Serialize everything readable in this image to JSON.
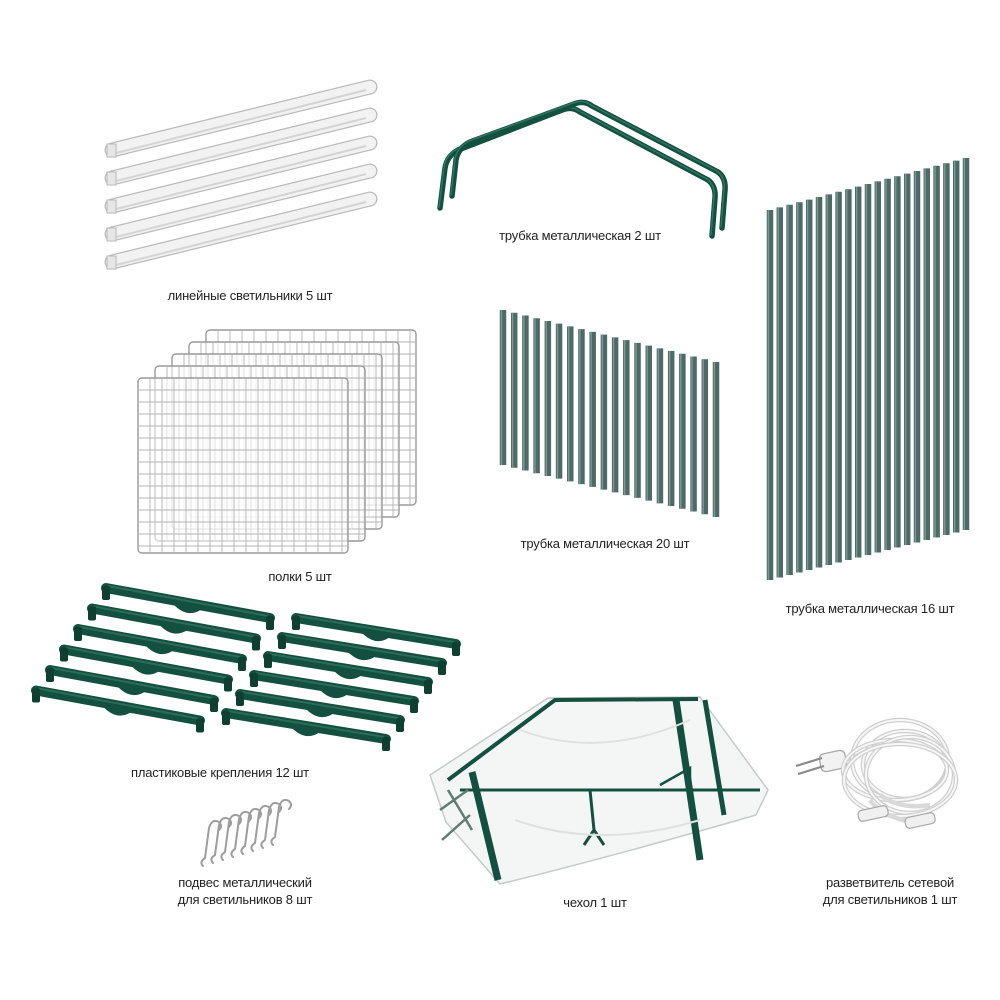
{
  "colors": {
    "background": "#ffffff",
    "metal_green": "#14503f",
    "tube_grey": "#4c6a66",
    "white_part": "#f2f2f2",
    "outline": "#b9b9b9",
    "text": "#222222"
  },
  "items": [
    {
      "id": "lamps",
      "icon": "linear-lamp-icon",
      "label": "линейные светильники 5 шт"
    },
    {
      "id": "arch-tubes",
      "icon": "arch-tube-icon",
      "label": "трубка металлическая 2 шт"
    },
    {
      "id": "tubes-20",
      "icon": "tube-bundle-icon",
      "label": "трубка металлическая 20 шт"
    },
    {
      "id": "tubes-16",
      "icon": "tube-bundle-icon",
      "label": "трубка металлическая 16 шт"
    },
    {
      "id": "shelves",
      "icon": "wire-shelf-icon",
      "label": "полки 5 шт"
    },
    {
      "id": "brackets",
      "icon": "plastic-bracket-icon",
      "label": "пластиковые крепления 12 шт"
    },
    {
      "id": "hooks",
      "icon": "hook-icon",
      "label_line1": "подвес металлический",
      "label_line2": "для светильников 8 шт"
    },
    {
      "id": "cover",
      "icon": "cover-icon",
      "label": "чехол 1 шт"
    },
    {
      "id": "splitter",
      "icon": "power-splitter-icon",
      "label_line1": "разветвитель сетевой",
      "label_line2": "для светильников 1 шт"
    }
  ]
}
